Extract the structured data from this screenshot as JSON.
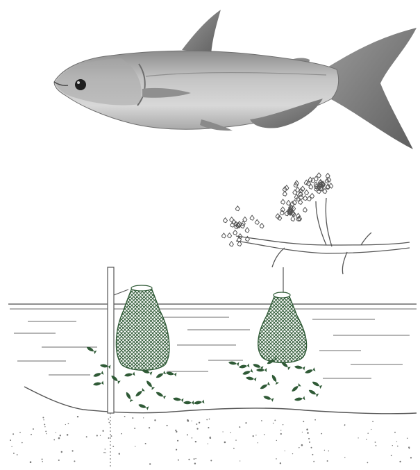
{
  "figure": {
    "background_color": "#ffffff",
    "fish_body_color": "#b9b9b9",
    "fish_shadow_color": "#7a7a7a",
    "trap_color": "#2f5a36",
    "fish_arrow_color": "#2f5a36",
    "line_color": "#4a4a4a",
    "tree_color": "#555555"
  },
  "panels": {
    "top": {
      "icon": "catfish-illustration"
    },
    "bottom": {
      "icon": "fish-trap-diagram",
      "traps": [
        {
          "name": "pole-trap",
          "support": "stake"
        },
        {
          "name": "hanging-trap",
          "support": "tree-branch"
        }
      ]
    }
  }
}
